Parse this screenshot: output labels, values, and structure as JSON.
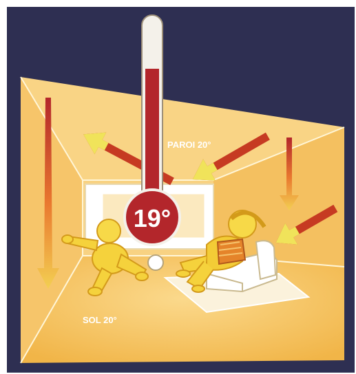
{
  "labels": {
    "thermometer_value": "19°",
    "wall": "PAROI 20°",
    "floor": "SOL 20°"
  },
  "colors": {
    "background": "#2e2f52",
    "room_light": "#f7cf7b",
    "room_mid": "#f2bb55",
    "thermometer_red": "#b3262b",
    "arrow_head": "#f0e35a"
  },
  "icons": [
    "thermometer-icon",
    "heat-arrow-icon",
    "child-figure",
    "adult-figure",
    "sofa",
    "ball",
    "rug",
    "window"
  ]
}
